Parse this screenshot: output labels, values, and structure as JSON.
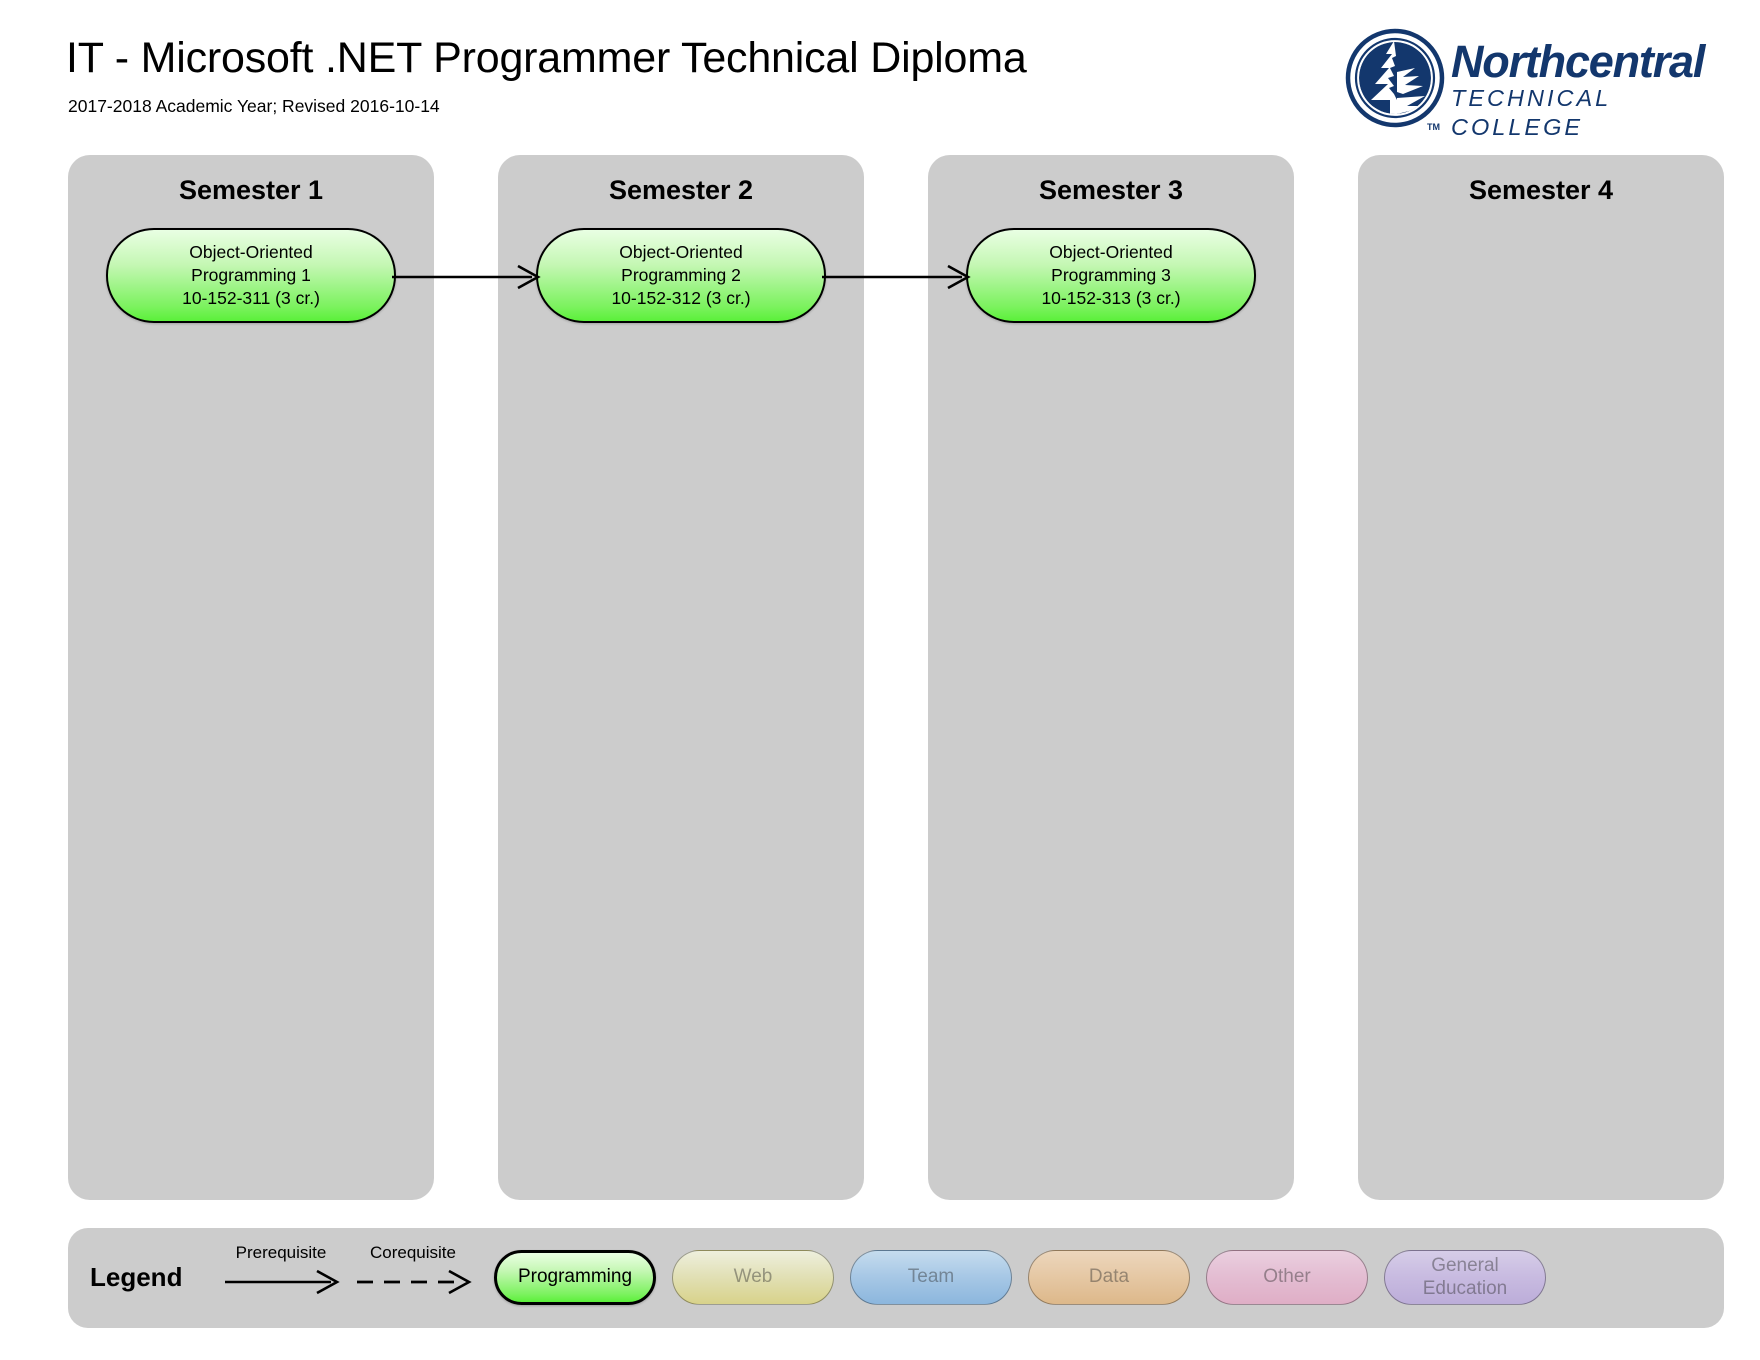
{
  "header": {
    "title": "IT - Microsoft .NET Programmer Technical Diploma",
    "subtitle": "2017-2018 Academic Year; Revised 2016-10-14"
  },
  "logo": {
    "name": "northcentral-technical-college-logo",
    "word": "Northcentral",
    "sub": "TECHNICAL COLLEGE",
    "tm": "TM",
    "color": "#13376d",
    "mark": "pine-tree-circle-emblem"
  },
  "semesters": [
    {
      "title": "Semester 1",
      "courses": [
        {
          "line1": "Object-Oriented",
          "line2": "Programming 1",
          "line3": "10-152-311 (3 cr.)",
          "category": "Programming"
        }
      ]
    },
    {
      "title": "Semester 2",
      "courses": [
        {
          "line1": "Object-Oriented",
          "line2": "Programming 2",
          "line3": "10-152-312 (3 cr.)",
          "category": "Programming"
        }
      ]
    },
    {
      "title": "Semester 3",
      "courses": [
        {
          "line1": "Object-Oriented",
          "line2": "Programming 3",
          "line3": "10-152-313 (3 cr.)",
          "category": "Programming"
        }
      ]
    },
    {
      "title": "Semester 4",
      "courses": []
    }
  ],
  "edges": [
    {
      "from": "10-152-311",
      "to": "10-152-312",
      "type": "prerequisite"
    },
    {
      "from": "10-152-312",
      "to": "10-152-313",
      "type": "prerequisite"
    }
  ],
  "legend": {
    "label": "Legend",
    "edge_keys": [
      {
        "label": "Prerequisite",
        "style": "solid-arrow"
      },
      {
        "label": "Corequisite",
        "style": "dashed-arrow"
      }
    ],
    "categories": [
      {
        "label": "Programming",
        "active": true,
        "color": "#5bf03a"
      },
      {
        "label": "Web",
        "active": false,
        "color": "#d8d28a"
      },
      {
        "label": "Team",
        "active": false,
        "color": "#8cb6dd"
      },
      {
        "label": "Data",
        "active": false,
        "color": "#ddb88a"
      },
      {
        "label": "Other",
        "active": false,
        "color": "#dfaec6"
      },
      {
        "label": "General\nEducation",
        "active": false,
        "color": "#bcadd9"
      }
    ]
  },
  "colors": {
    "column_bg": "#cccccc",
    "legend_bg": "#cccccc",
    "page_bg": "#ffffff",
    "text": "#000000"
  }
}
